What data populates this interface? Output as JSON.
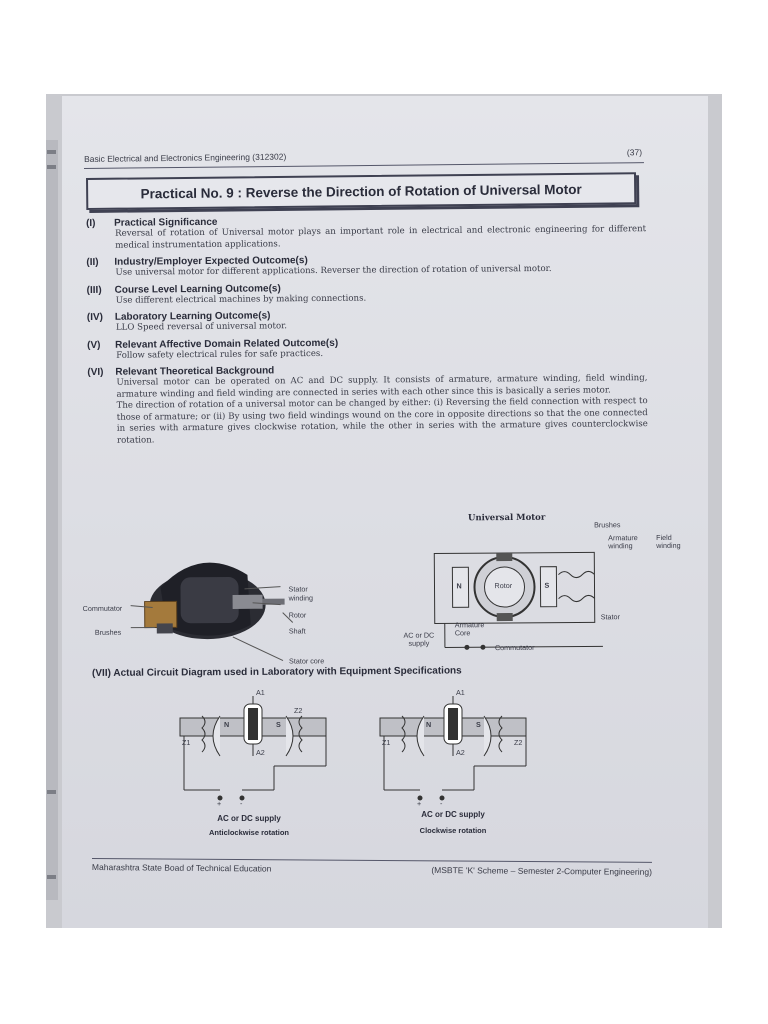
{
  "header": {
    "course": "Basic Electrical and Electronics Engineering (312302)",
    "page_number": "(37)"
  },
  "title": "Practical No. 9 : Reverse the Direction of Rotation of Universal Motor",
  "sections": [
    {
      "num": "(I)",
      "heading": "Practical Significance",
      "body": [
        "Reversal of rotation of Universal motor plays an important role in electrical and electronic engineering for different medical instrumentation applications."
      ]
    },
    {
      "num": "(II)",
      "heading": "Industry/Employer Expected Outcome(s)",
      "body": [
        "Use universal motor for different applications. Reverser the direction of rotation of universal motor."
      ]
    },
    {
      "num": "(III)",
      "heading": "Course Level Learning Outcome(s)",
      "body": [
        "Use different electrical machines by making connections."
      ]
    },
    {
      "num": "(IV)",
      "heading": "Laboratory Learning Outcome(s)",
      "body": [
        "LLO Speed reversal of universal motor."
      ]
    },
    {
      "num": "(V)",
      "heading": "Relevant Affective Domain Related Outcome(s)",
      "body": [
        "Follow safety electrical rules for safe practices."
      ]
    },
    {
      "num": "(VI)",
      "heading": "Relevant Theoretical Background",
      "body": [
        "Universal motor can be operated on AC and DC supply. It consists of armature, armature winding, field winding, armature winding and field winding are connected in series with each other since this is basically a series motor.",
        "The direction of rotation of a universal motor can be changed by either: (i) Reversing the field connection with respect to those of armature; or (ii) By using two field windings wound on the core in opposite directions so that the one connected in series with armature gives clockwise rotation, while the other in series with the armature gives counterclockwise rotation."
      ]
    }
  ],
  "figure": {
    "title": "Universal Motor",
    "photo_labels": {
      "commutator": "Commutator",
      "brushes": "Brushes",
      "stator_winding": "Stator winding",
      "rotor": "Rotor",
      "shaft": "Shaft",
      "stator_core": "Stator core"
    },
    "schematic_labels": {
      "brushes": "Brushes",
      "armature_winding": "Armature winding",
      "field_winding": "Field winding",
      "rotor": "Rotor",
      "n": "N",
      "s": "S",
      "stator": "Stator",
      "armature_core": "Armature Core",
      "supply": "AC or DC supply",
      "commutator": "Commutator"
    }
  },
  "section_vii": "(VII) Actual Circuit Diagram used in Laboratory with Equipment Specifications",
  "circuits": {
    "left": {
      "supply": "AC or DC supply",
      "caption": "Anticlockwise rotation",
      "a1": "A1",
      "a2": "A2",
      "z1": "Z1",
      "z2": "Z2",
      "n": "N",
      "s": "S",
      "plus": "+",
      "minus": "-"
    },
    "right": {
      "supply": "AC or DC supply",
      "caption": "Clockwise rotation",
      "a1": "A1",
      "a2": "A2",
      "z1": "Z1",
      "z2": "Z2",
      "n": "N",
      "s": "S",
      "plus": "+",
      "minus": "-"
    }
  },
  "footer": {
    "left": "Maharashtra State Boad of Technical Education",
    "right": "(MSBTE 'K' Scheme – Semester 2-Computer Engineering)"
  }
}
